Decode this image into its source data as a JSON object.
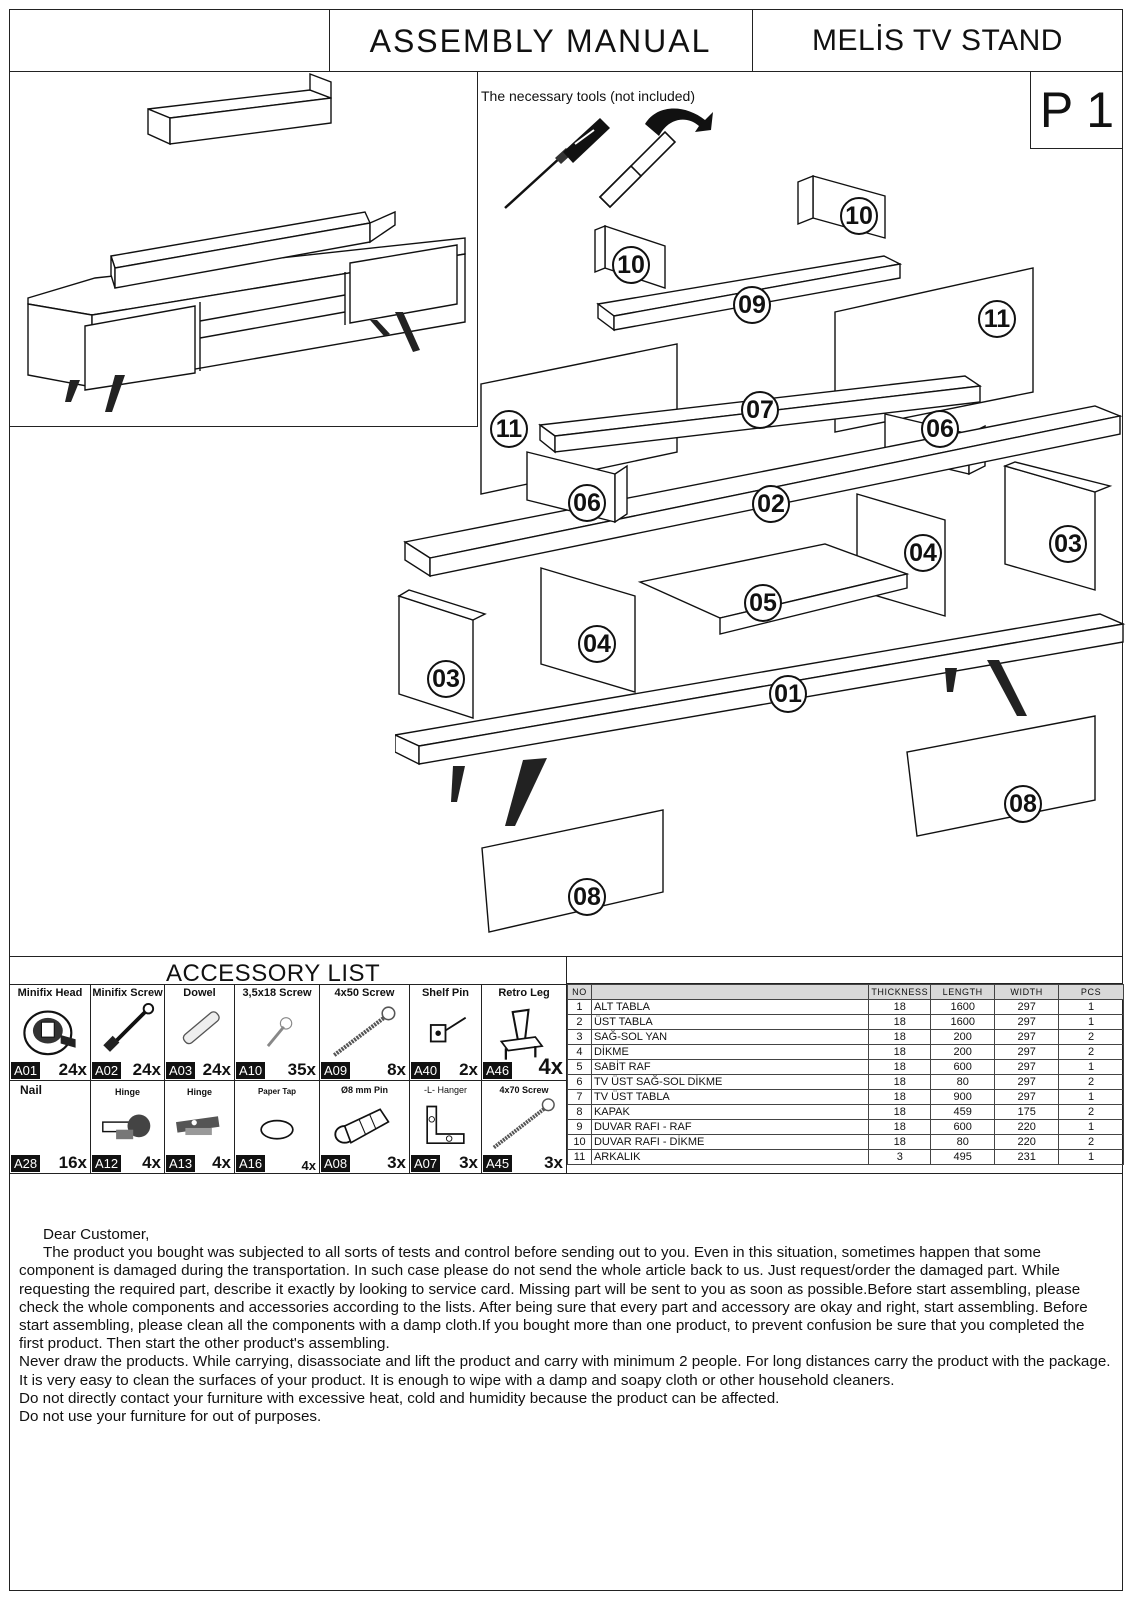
{
  "header": {
    "title": "ASSEMBLY MANUAL",
    "product": "MELİS TV STAND",
    "page": "P 1"
  },
  "tools": {
    "label": "The necessary tools (not included)",
    "icons": [
      "screwdriver-icon",
      "hammer-icon"
    ]
  },
  "part_labels": [
    "01",
    "02",
    "03",
    "04",
    "05",
    "06",
    "07",
    "08",
    "09",
    "10",
    "11"
  ],
  "accessory_list": {
    "title": "ACCESSORY LIST",
    "items": [
      {
        "name": "Minifix Head",
        "code": "A01",
        "qty": "24x"
      },
      {
        "name": "Minifix Screw",
        "code": "A02",
        "qty": "24x"
      },
      {
        "name": "Dowel",
        "code": "A03",
        "qty": "24x"
      },
      {
        "name": "3,5x18 Screw",
        "code": "A10",
        "qty": "35x"
      },
      {
        "name": "4x50 Screw",
        "code": "A09",
        "qty": "8x"
      },
      {
        "name": "Shelf Pin",
        "code": "A40",
        "qty": "2x"
      },
      {
        "name": "Retro Leg",
        "code": "A46",
        "qty": "4x"
      },
      {
        "name": "Nail",
        "code": "A28",
        "qty": "16x"
      },
      {
        "name": "Hinge",
        "code": "A12",
        "qty": "4x"
      },
      {
        "name": "Hinge",
        "code": "A13",
        "qty": "4x"
      },
      {
        "name": "Paper Tap",
        "code": "A16",
        "qty": "4x"
      },
      {
        "name": "Ø8 mm Pin",
        "code": "A08",
        "qty": "3x"
      },
      {
        "name": "-L- Hanger",
        "code": "A07",
        "qty": "3x"
      },
      {
        "name": "4x70 Screw",
        "code": "A45",
        "qty": "3x"
      }
    ]
  },
  "parts_table": {
    "headers": [
      "NO",
      "",
      "THICKNESS",
      "LENGTH",
      "WIDTH",
      "PCS"
    ],
    "rows": [
      {
        "no": "1",
        "name": "ALT TABLA",
        "thickness": "18",
        "length": "1600",
        "width": "297",
        "pcs": "1"
      },
      {
        "no": "2",
        "name": "ÜST TABLA",
        "thickness": "18",
        "length": "1600",
        "width": "297",
        "pcs": "1"
      },
      {
        "no": "3",
        "name": "SAĞ-SOL YAN",
        "thickness": "18",
        "length": "200",
        "width": "297",
        "pcs": "2"
      },
      {
        "no": "4",
        "name": "DİKME",
        "thickness": "18",
        "length": "200",
        "width": "297",
        "pcs": "2"
      },
      {
        "no": "5",
        "name": "SABİT RAF",
        "thickness": "18",
        "length": "600",
        "width": "297",
        "pcs": "1"
      },
      {
        "no": "6",
        "name": "TV ÜST SAĞ-SOL DİKME",
        "thickness": "18",
        "length": "80",
        "width": "297",
        "pcs": "2"
      },
      {
        "no": "7",
        "name": "TV ÜST TABLA",
        "thickness": "18",
        "length": "900",
        "width": "297",
        "pcs": "1"
      },
      {
        "no": "8",
        "name": "KAPAK",
        "thickness": "18",
        "length": "459",
        "width": "175",
        "pcs": "2"
      },
      {
        "no": "9",
        "name": "DUVAR RAFI - RAF",
        "thickness": "18",
        "length": "600",
        "width": "220",
        "pcs": "1"
      },
      {
        "no": "10",
        "name": "DUVAR RAFI - DİKME",
        "thickness": "18",
        "length": "80",
        "width": "220",
        "pcs": "2"
      },
      {
        "no": "11",
        "name": "ARKALIK",
        "thickness": "3",
        "length": "495",
        "width": "231",
        "pcs": "1"
      }
    ]
  },
  "letter": {
    "greeting": "Dear Customer,",
    "paragraphs": [
      "The product you bought was subjected to all sorts of tests and control before sending out to you. Even in this situation, sometimes happen that some component is damaged during the transportation. In such case please do not send the whole article back to us. Just request/order the damaged part. While requesting the required part, describe it exactly by looking to service card. Missing part will be sent to you as soon as possible.Before start assembling, please check the whole components and accessories according to the lists. After being sure that every part and accessory are okay and right, start assembling. Before start assembling, please clean all the components with a damp cloth.If you bought more than one product, to prevent confusion be sure that you completed the first product. Then start the other product's assembling.",
      "Never draw the products. While carrying, disassociate and lift the product and carry with minimum 2 people. For long distances carry the product with the package.",
      "It is very easy to clean the surfaces of your product. It is enough to wipe with a damp and soapy cloth or other household cleaners.",
      "Do not directly contact your furniture with excessive heat, cold and humidity because the product can be affected.",
      "Do not use your furniture for out of purposes."
    ]
  }
}
